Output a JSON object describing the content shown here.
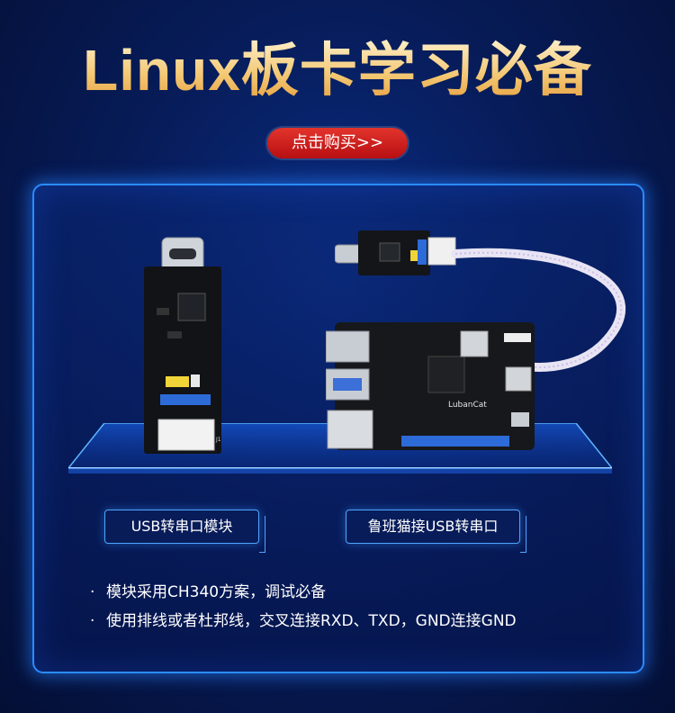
{
  "header": {
    "title": "Linux板卡学习必备",
    "buy_label": "点击购买>>"
  },
  "products": [
    {
      "label": "USB转串口模块"
    },
    {
      "label": "鲁班猫接USB转串口"
    }
  ],
  "board_silkscreen": {
    "main_board_logo": "LubanCat",
    "usb_module_mark": "J1"
  },
  "features": [
    "模块采用CH340方案，调试必备",
    "使用排线或者杜邦线，交叉连接RXD、TXD，GND连接GND"
  ],
  "bullet_symbol": "·",
  "colors": {
    "title_gold": "#f4c975",
    "buy_red": "#c81b1c",
    "panel_glow": "#2a8cff",
    "background": "#071c5a"
  }
}
